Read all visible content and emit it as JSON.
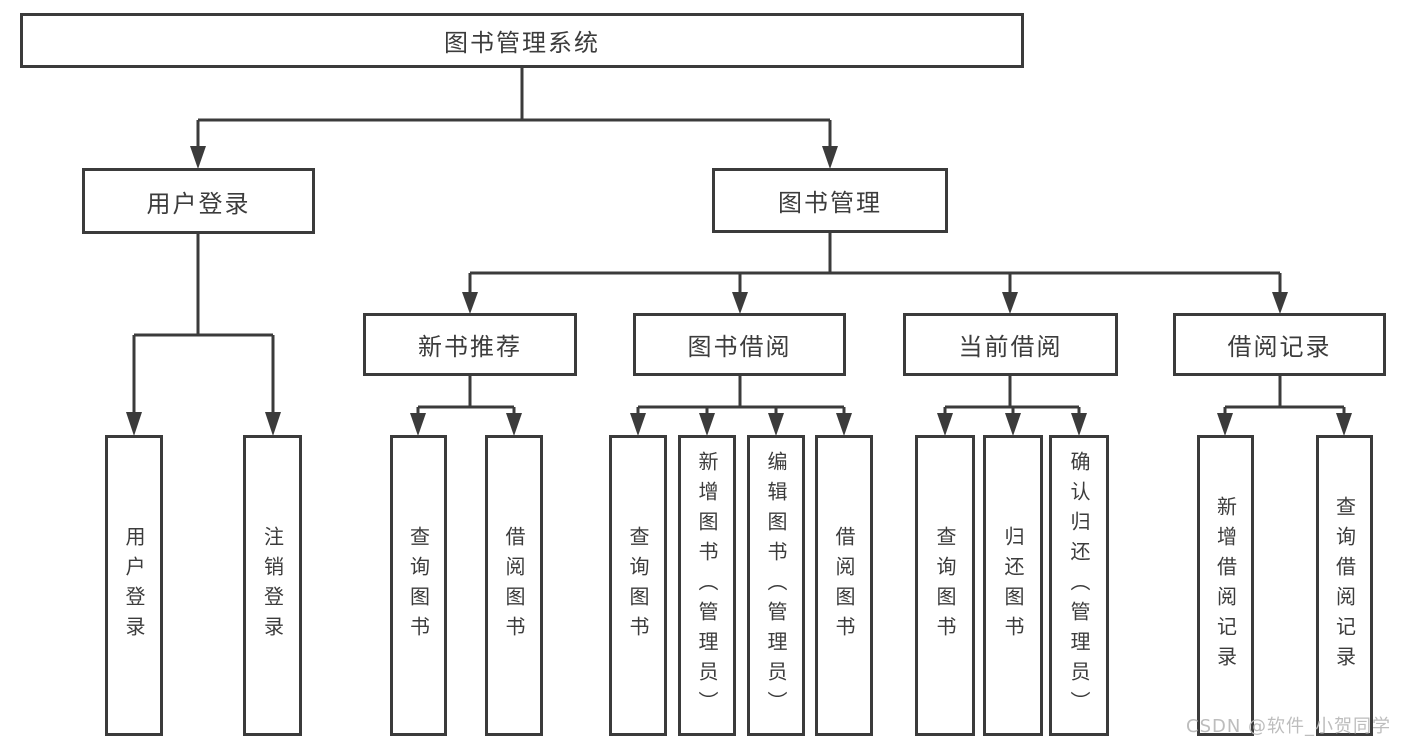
{
  "diagram": {
    "type": "hierarchy-tree",
    "root": {
      "label": "图书管理系统",
      "children": [
        {
          "label": "用户登录",
          "children": [
            {
              "label": "用户登录"
            },
            {
              "label": "注销登录"
            }
          ]
        },
        {
          "label": "图书管理",
          "children": [
            {
              "label": "新书推荐",
              "children": [
                {
                  "label": "查询图书"
                },
                {
                  "label": "借阅图书"
                }
              ]
            },
            {
              "label": "图书借阅",
              "children": [
                {
                  "label": "查询图书"
                },
                {
                  "label": "新增图书（管理员）"
                },
                {
                  "label": "编辑图书（管理员）"
                },
                {
                  "label": "借阅图书"
                }
              ]
            },
            {
              "label": "当前借阅",
              "children": [
                {
                  "label": "查询图书"
                },
                {
                  "label": "归还图书"
                },
                {
                  "label": "确认归还（管理员）"
                }
              ]
            },
            {
              "label": "借阅记录",
              "children": [
                {
                  "label": "新增借阅记录"
                },
                {
                  "label": "查询借阅记录"
                }
              ]
            }
          ]
        }
      ]
    }
  },
  "watermark": {
    "text": "CSDN @软件_小贺同学"
  },
  "colors": {
    "line": "#3b3b3b",
    "box_border": "#3b3b3b",
    "text": "#3c3c3c",
    "watermark": "#b9b9b9",
    "background": "#ffffff"
  }
}
